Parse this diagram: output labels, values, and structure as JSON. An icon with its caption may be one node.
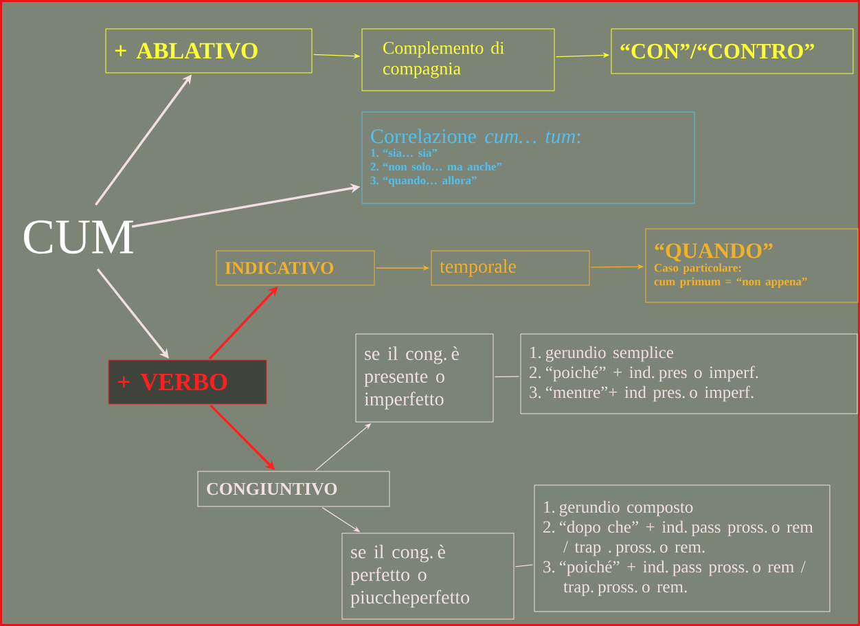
{
  "diagram": {
    "nodes": [
      {
        "text": [
          "CUM"
        ]
      },
      {
        "text": [
          "+ ABLATIVO"
        ]
      },
      {
        "text": [
          "Complemento di compagnia"
        ]
      },
      {
        "text": [
          "“CON”/“CONTRO”"
        ]
      },
      {
        "text": [
          "Correlazione *cum… tum*:",
          "1. “sia… sia”",
          "2. “non solo… ma anche”",
          "3. “quando… allora”"
        ]
      },
      {
        "text": [
          "INDICATIVO"
        ]
      },
      {
        "text": [
          "temporale"
        ]
      },
      {
        "text": [
          "“QUANDO”",
          "Caso particolare:",
          "cum primum = “non appena”"
        ]
      },
      {
        "text": [
          "+ VERBO"
        ]
      },
      {
        "text": [
          "se il cong. è presente o imperfetto"
        ]
      },
      {
        "text": [
          "1. gerundio semplice",
          "2. “poiché” + ind. pres o imperf.",
          "3. “mentre”+ ind pres. o imperf."
        ]
      },
      {
        "text": [
          "CONGIUNTIVO"
        ]
      },
      {
        "text": [
          "se il cong. è perfetto o piuccheperfetto"
        ]
      },
      {
        "text": [
          "1. gerundio composto",
          "2. “dopo che” + ind. pass pross. o rem / trap . pross. o rem.",
          "3. “poiché” + ind. pass pross. o rem / trap. pross. o rem."
        ]
      }
    ],
    "edges": [
      {
        "from": 0,
        "to": 1,
        "arrow": "to",
        "style": "thick"
      },
      {
        "from": 1,
        "to": 2,
        "arrow": "to",
        "color": "#ffff33"
      },
      {
        "from": 2,
        "to": 3,
        "arrow": "to",
        "color": "#ffff33"
      },
      {
        "from": 0,
        "to": 4,
        "arrow": "to",
        "style": "thick"
      },
      {
        "from": 0,
        "to": 8,
        "arrow": "to",
        "style": "thick"
      },
      {
        "from": 8,
        "to": 5,
        "arrow": "to",
        "style": "thick",
        "color": "#ff1f1f"
      },
      {
        "from": 5,
        "to": 6,
        "arrow": "to",
        "color": "#f3b12a"
      },
      {
        "from": 6,
        "to": 7,
        "arrow": "to",
        "color": "#f3b12a"
      },
      {
        "from": 8,
        "to": 11,
        "arrow": "to",
        "style": "thick",
        "color": "#ff1f1f"
      },
      {
        "from": 11,
        "to": 9,
        "arrow": "to"
      },
      {
        "from": 9,
        "to": 10,
        "arrow": "none"
      },
      {
        "from": 11,
        "to": 12,
        "arrow": "to"
      },
      {
        "from": 12,
        "to": 13,
        "arrow": "none"
      }
    ]
  }
}
